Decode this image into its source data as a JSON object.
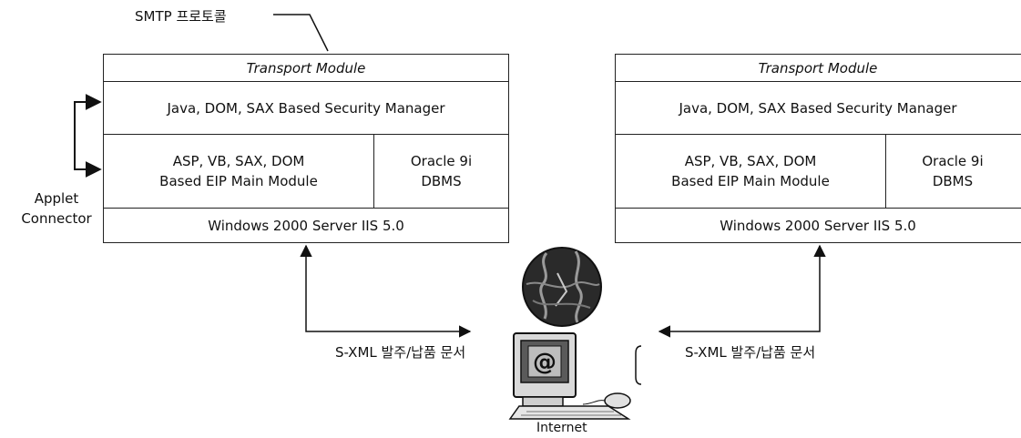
{
  "smtp_label": "SMTP 프로토콜",
  "applet_label": "Applet\nConnector",
  "internet_label": "Internet",
  "doc_label_left": "S-XML 발주/납품 문서",
  "doc_label_right": "S-XML 발주/납품 문서",
  "left_stack": {
    "transport": "Transport Module",
    "security": "Java, DOM, SAX Based Security Manager",
    "main_module": "ASP, VB, SAX, DOM\nBased EIP Main Module",
    "dbms": "Oracle 9i\nDBMS",
    "os": "Windows 2000 Server IIS 5.0"
  },
  "right_stack": {
    "transport": "Transport Module",
    "security": "Java, DOM, SAX Based Security Manager",
    "main_module": "ASP, VB, SAX, DOM\nBased EIP Main Module",
    "dbms": "Oracle 9i\nDBMS",
    "os": "Windows 2000 Server IIS 5.0"
  },
  "icons": {
    "globe": "globe-icon",
    "computer": "computer-icon",
    "email_symbol": "@"
  }
}
